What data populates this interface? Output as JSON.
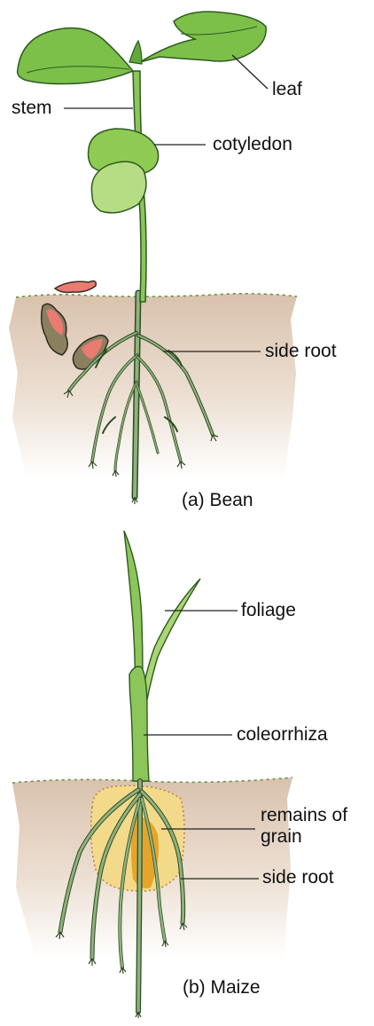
{
  "bean": {
    "caption": "(a) Bean",
    "labels": {
      "stem": "stem",
      "leaf": "leaf",
      "cotyledon": "cotyledon",
      "side_root": "side root"
    }
  },
  "maize": {
    "caption": "(b) Maize",
    "labels": {
      "foliage": "foliage",
      "coleorrhiza": "coleorrhiza",
      "remains_of_grain": "remains of grain",
      "side_root": "side root"
    }
  },
  "colors": {
    "leaf": "#7cc04a",
    "leaf_light": "#b6dc84",
    "stem": "#8cc65a",
    "stem_outline": "#2f5a1f",
    "cotyledon": "#8fcb52",
    "root": "#7fa870",
    "soil_top": "#d9c2ad",
    "soil_bottom": "#ffffff",
    "seed_coat": "#e97b70",
    "seed_dark": "#8a8060",
    "grain": "#f3d98a",
    "grain_core": "#e5a52a",
    "line": "#222222"
  }
}
